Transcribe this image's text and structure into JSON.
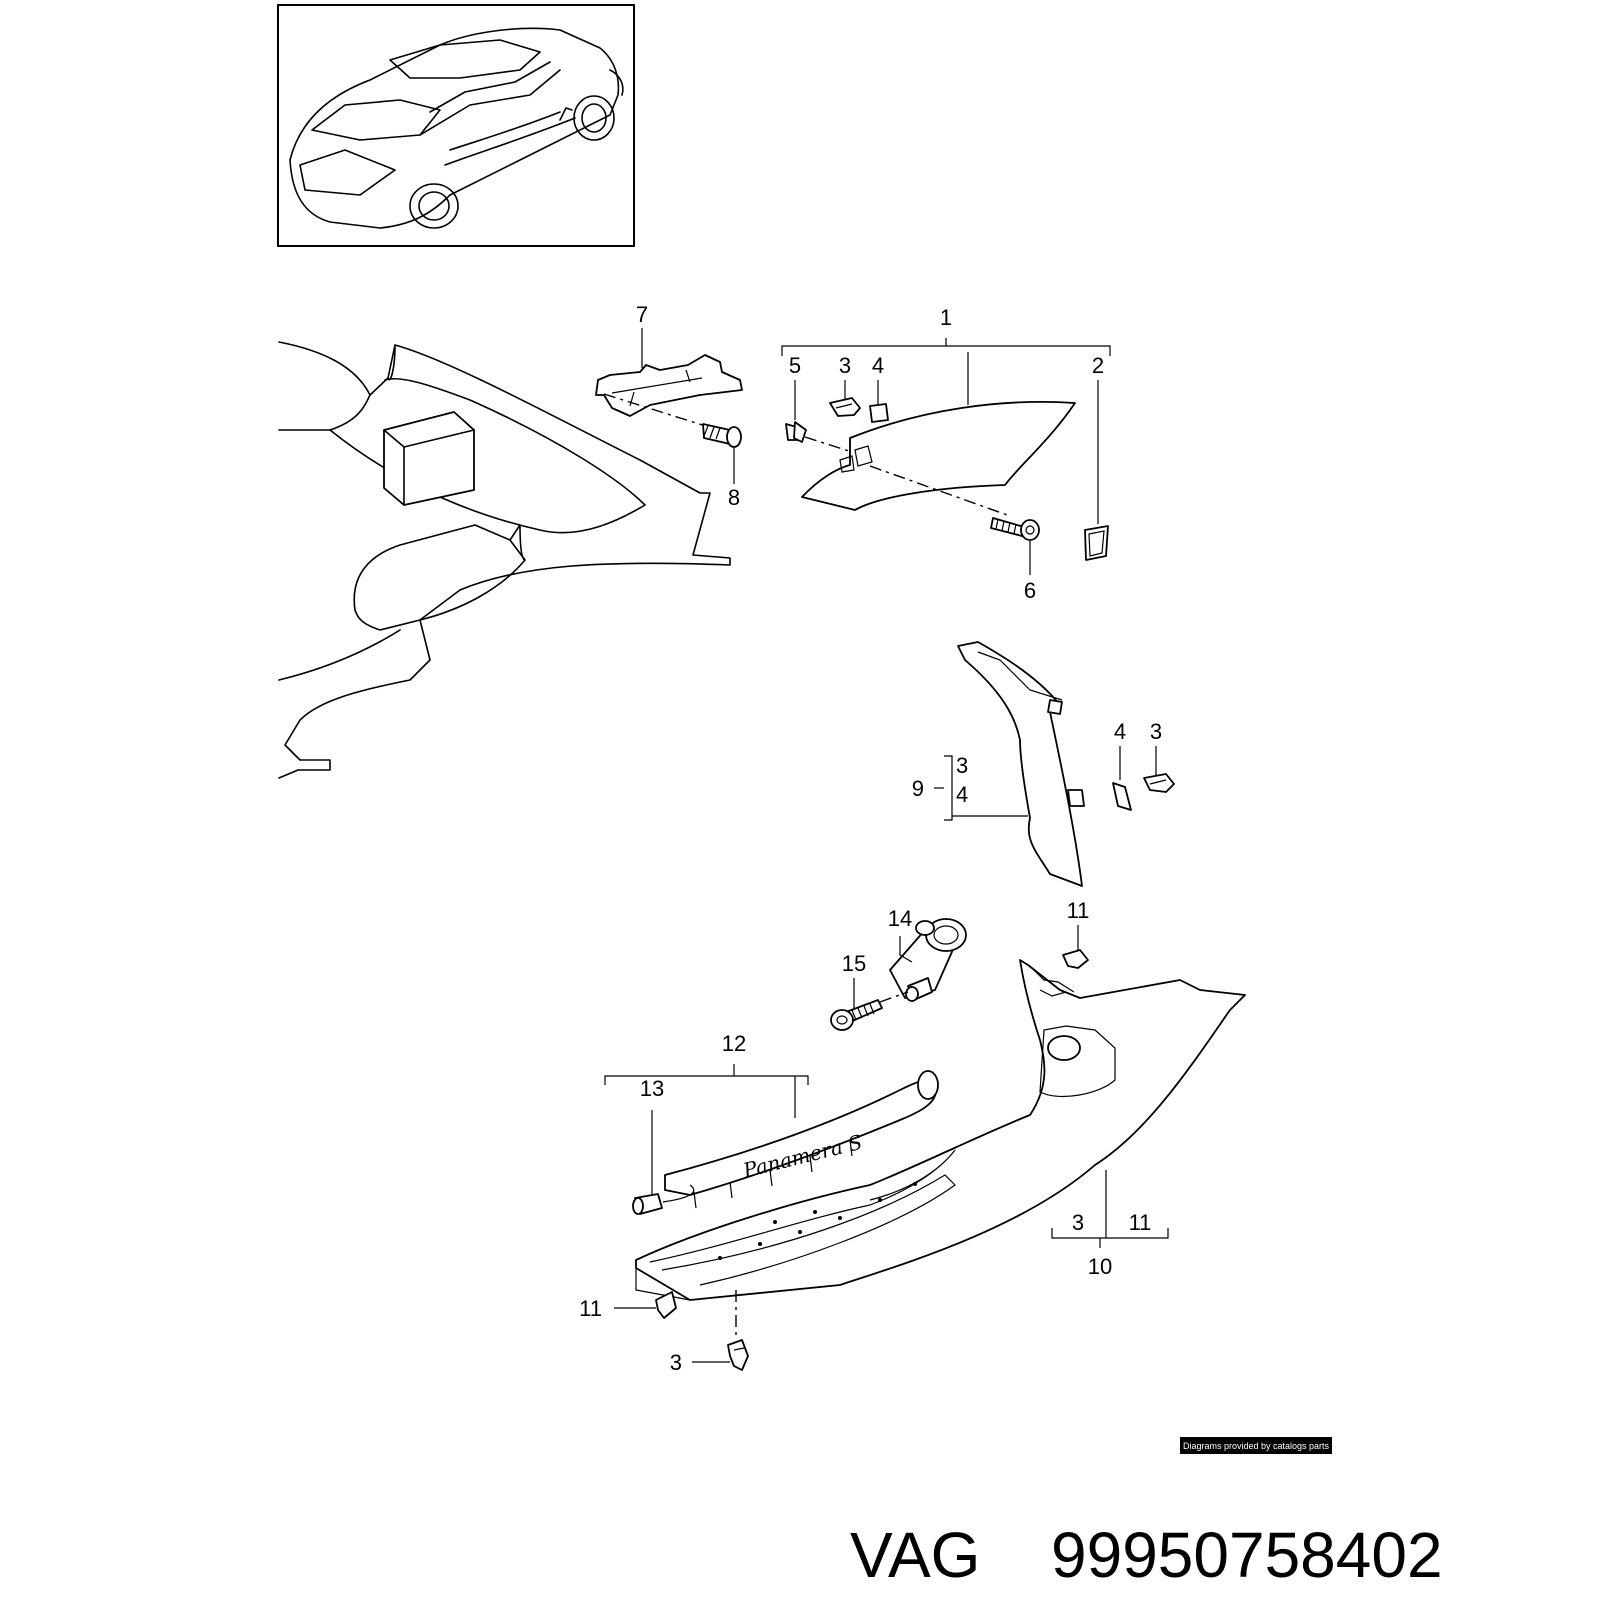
{
  "diagram": {
    "callouts": {
      "c1": "1",
      "c2": "2",
      "c3a": "3",
      "c4a": "4",
      "c5": "5",
      "c6": "6",
      "c7": "7",
      "c8": "8",
      "c9": "9",
      "c9_3": "3",
      "c9_4": "4",
      "c4b": "4",
      "c3b": "3",
      "c14": "14",
      "c11a": "11",
      "c15": "15",
      "c12": "12",
      "c13": "13",
      "c10_3": "3",
      "c10_11": "11",
      "c10": "10",
      "c11b": "11",
      "c3c": "3"
    },
    "emblem_script": "Panamera S",
    "credit": "Diagrams provided by catalogs parts"
  },
  "caption": {
    "brand": "VAG",
    "part_number": "99950758402"
  }
}
